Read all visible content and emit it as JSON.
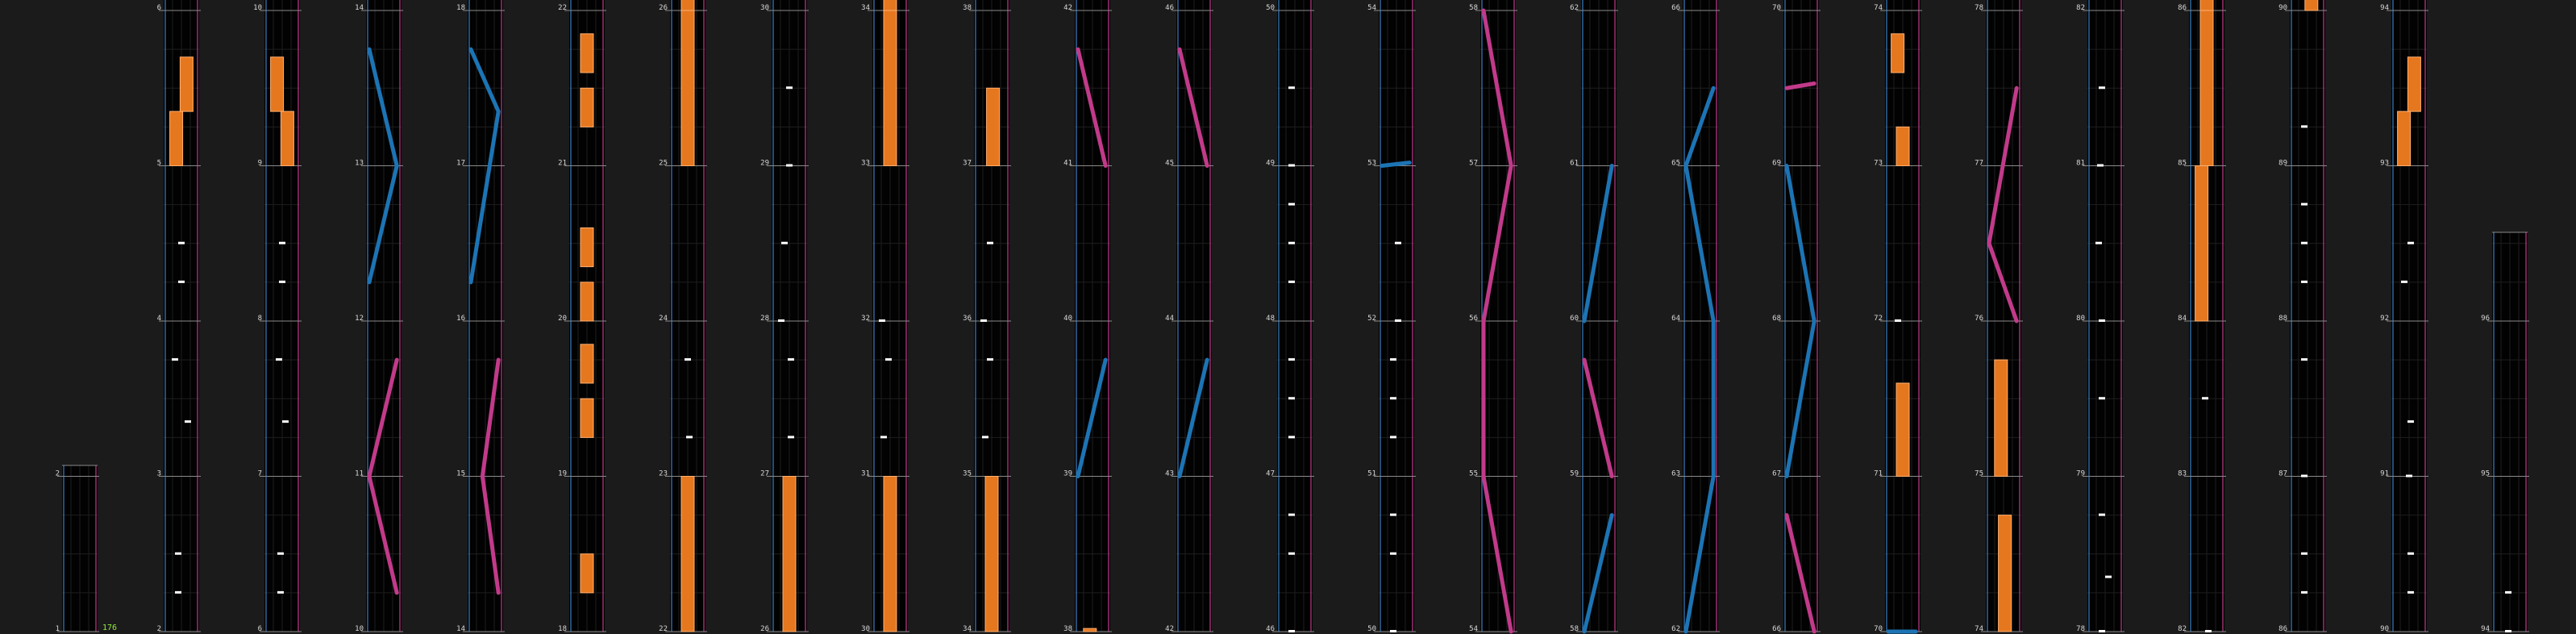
{
  "editor": {
    "bpm_marker": "176",
    "colors": {
      "background": "#1b1b1b",
      "lane_bg": "#020202",
      "guide_left": "#3a7fc4",
      "guide_right": "#c23a8a",
      "tap_note": "#ffffff",
      "hold_note": "#e5771f",
      "slide_left": "#1c74b4",
      "slide_right": "#c03e8e",
      "bpm_text": "#8fef3a"
    }
  },
  "columns": [
    {
      "labels": [
        "1",
        "2",
        "",
        "",
        ""
      ]
    },
    {
      "labels": [
        "2",
        "3",
        "4",
        "5",
        "6"
      ]
    },
    {
      "labels": [
        "6",
        "7",
        "8",
        "9",
        "10"
      ]
    },
    {
      "labels": [
        "10",
        "11",
        "12",
        "13",
        "14"
      ]
    },
    {
      "labels": [
        "14",
        "15",
        "16",
        "17",
        "18"
      ]
    },
    {
      "labels": [
        "18",
        "19",
        "20",
        "21",
        "22"
      ]
    },
    {
      "labels": [
        "22",
        "23",
        "24",
        "25",
        "26"
      ]
    },
    {
      "labels": [
        "26",
        "27",
        "28",
        "29",
        "30"
      ]
    },
    {
      "labels": [
        "30",
        "31",
        "32",
        "33",
        "34"
      ]
    },
    {
      "labels": [
        "34",
        "35",
        "36",
        "37",
        "38"
      ]
    },
    {
      "labels": [
        "38",
        "39",
        "40",
        "41",
        "42"
      ]
    },
    {
      "labels": [
        "42",
        "43",
        "44",
        "45",
        "46"
      ]
    },
    {
      "labels": [
        "46",
        "47",
        "48",
        "49",
        "50"
      ]
    },
    {
      "labels": [
        "50",
        "51",
        "52",
        "53",
        "54"
      ]
    },
    {
      "labels": [
        "54",
        "55",
        "56",
        "57",
        "58"
      ]
    },
    {
      "labels": [
        "58",
        "59",
        "60",
        "61",
        "62"
      ]
    },
    {
      "labels": [
        "62",
        "63",
        "64",
        "65",
        "66"
      ]
    },
    {
      "labels": [
        "66",
        "67",
        "68",
        "69",
        "70"
      ]
    },
    {
      "labels": [
        "70",
        "71",
        "72",
        "73",
        "74"
      ]
    },
    {
      "labels": [
        "74",
        "75",
        "76",
        "77",
        "78"
      ]
    },
    {
      "labels": [
        "78",
        "79",
        "80",
        "81",
        "82"
      ]
    },
    {
      "labels": [
        "82",
        "83",
        "84",
        "85",
        "86"
      ]
    },
    {
      "labels": [
        "86",
        "87",
        "88",
        "89",
        "90"
      ]
    },
    {
      "labels": [
        "90",
        "91",
        "92",
        "93",
        "94"
      ]
    },
    {
      "labels": [
        "94",
        "95",
        "96",
        "",
        ""
      ]
    }
  ]
}
